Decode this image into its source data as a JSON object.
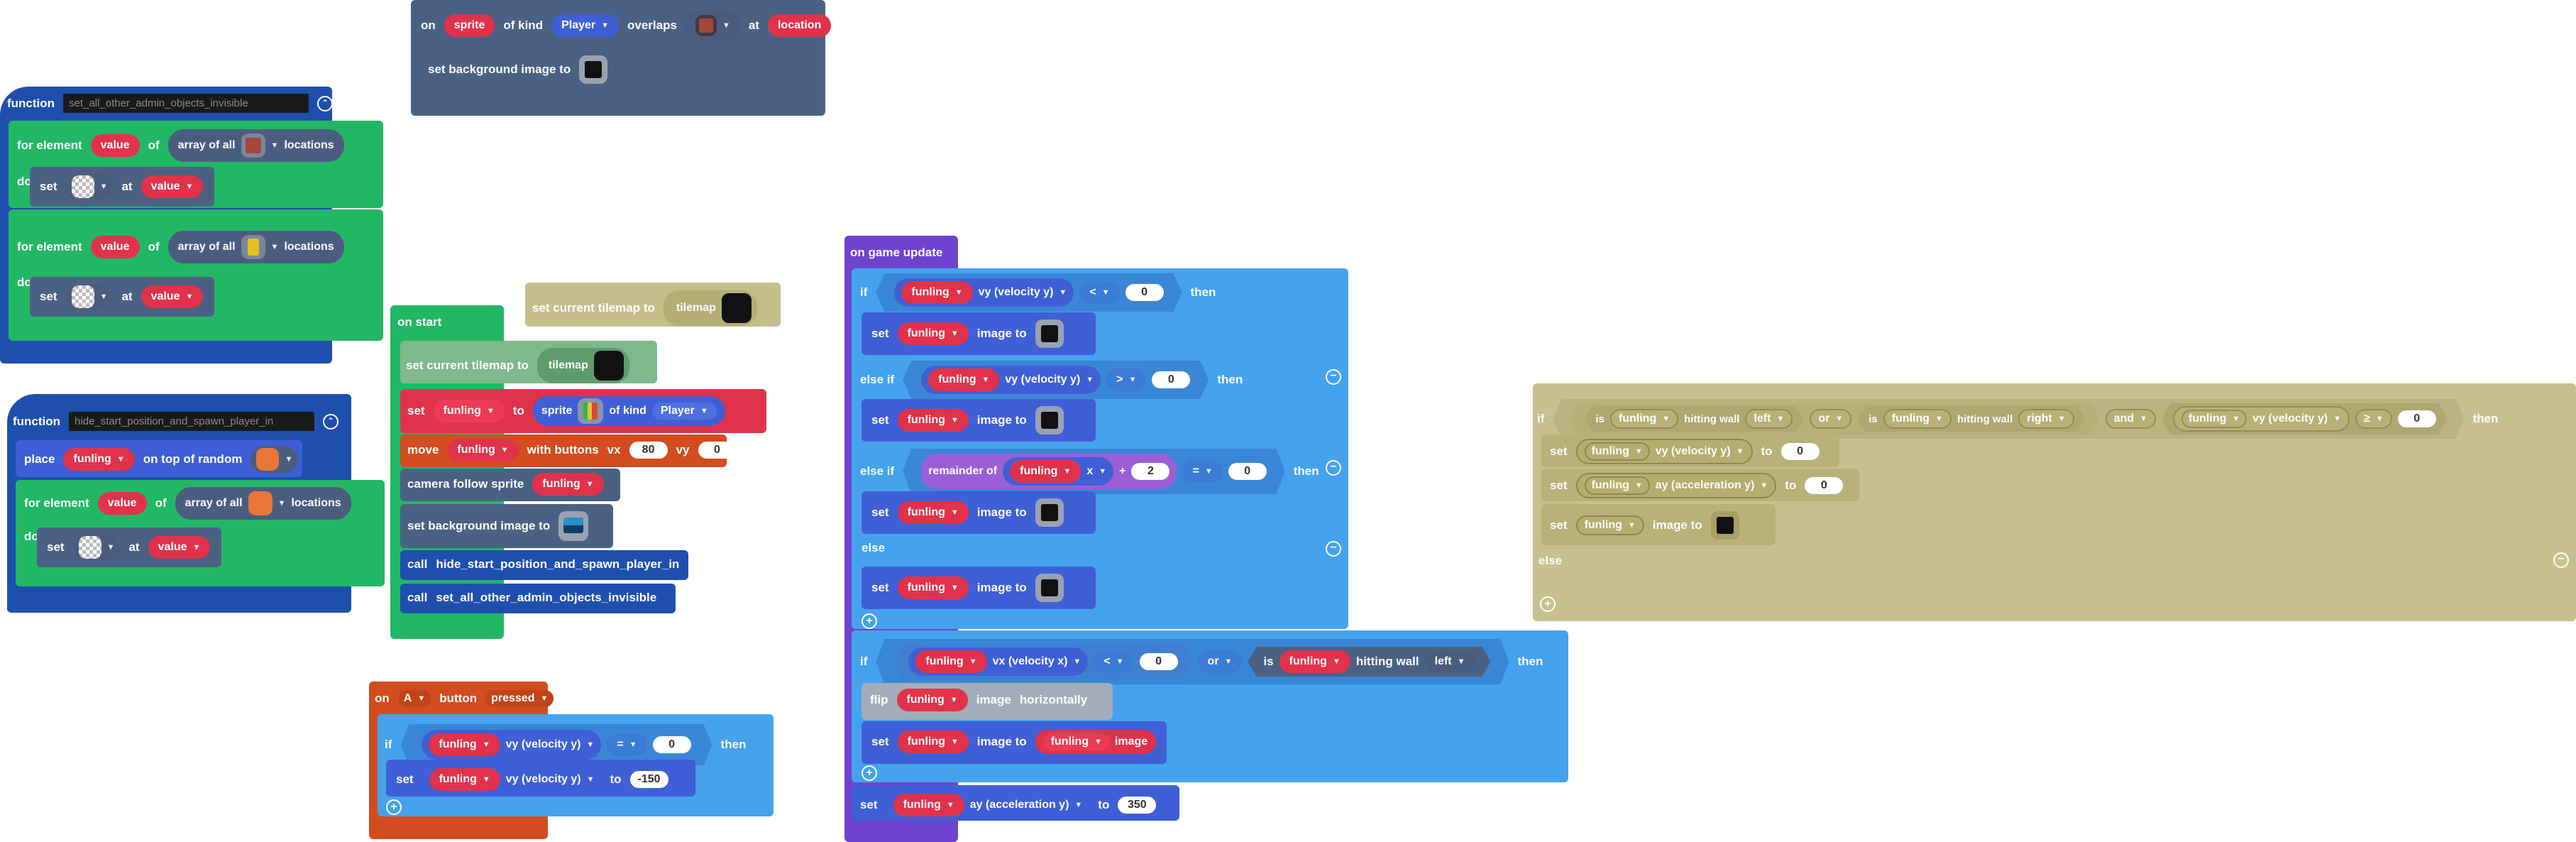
{
  "colors": {
    "events": "#4b6183",
    "function": "#1e4fae",
    "loops": "#22b765",
    "sprites": "#3f5fd6",
    "logic": "#45a3ee",
    "game": "#6f43ce",
    "scene": "#c4be8a",
    "controller": "#d24c20",
    "red": "#e0334b"
  },
  "overlap_block": {
    "on": "on",
    "sprite": "sprite",
    "of_kind": "of kind",
    "kind": "Player",
    "overlaps": "overlaps",
    "at": "at",
    "location": "location",
    "set_bg": "set background image to"
  },
  "func1": {
    "kw": "function",
    "name": "set_all_other_admin_objects_invisible",
    "for1": {
      "for_element": "for element",
      "var": "value",
      "of": "of",
      "array_of_all": "array of all",
      "locations": "locations"
    },
    "do": "do",
    "set": "set",
    "at": "at",
    "value": "value",
    "for2": {
      "for_element": "for element",
      "var": "value",
      "of": "of",
      "array_of_all": "array of all",
      "locations": "locations"
    }
  },
  "func2": {
    "kw": "function",
    "name": "hide_start_position_and_spawn_player_in",
    "place": "place",
    "sprite": "funling",
    "on_top": "on top of random",
    "for_element": "for element",
    "var": "value",
    "of": "of",
    "array_of_all": "array of all",
    "locations": "locations",
    "do": "do",
    "set": "set",
    "at": "at",
    "value": "value"
  },
  "floating_tilemap": {
    "label": "set current tilemap to",
    "tilemap": "tilemap"
  },
  "on_start": {
    "title": "on start",
    "set_tilemap": "set current tilemap to",
    "tilemap": "tilemap",
    "set": "set",
    "funling": "funling",
    "to": "to",
    "sprite": "sprite",
    "of_kind": "of kind",
    "kind": "Player",
    "move": "move",
    "with_buttons": "with buttons",
    "vx": "vx",
    "vx_val": "80",
    "vy": "vy",
    "vy_val": "0",
    "camera": "camera follow sprite",
    "set_bg": "set background image to",
    "call": "call",
    "call1": "hide_start_position_and_spawn_player_in",
    "call2": "set_all_other_admin_objects_invisible"
  },
  "on_a": {
    "on": "on",
    "button": "A",
    "button_lbl": "button",
    "event": "pressed",
    "if": "if",
    "funling": "funling",
    "prop": "vy (velocity y)",
    "op": "=",
    "val": "0",
    "then": "then",
    "set": "set",
    "to": "to",
    "set_val": "-150"
  },
  "game_update": {
    "title": "on game update",
    "if": "if",
    "else_if": "else if",
    "else": "else",
    "then": "then",
    "set": "set",
    "funling": "funling",
    "image_to": "image to",
    "vy": "vy (velocity y)",
    "vx": "vx (velocity x)",
    "ay": "ay (acceleration y)",
    "lt": "<",
    "gt": ">",
    "eq": "=",
    "zero": "0",
    "two": "2",
    "remainder_of": "remainder of",
    "x": "x",
    "plus": "+",
    "or": "or",
    "is": "is",
    "hitting_wall": "hitting wall",
    "left": "left",
    "flip": "flip",
    "image": "image",
    "horizontally": "horizontally",
    "image_to_funling": "image to",
    "ay_val": "350",
    "to": "to"
  },
  "disabled_if": {
    "if": "if",
    "is": "is",
    "funling": "funling",
    "hitting_wall": "hitting wall",
    "left": "left",
    "right": "right",
    "or": "or",
    "and": "and",
    "vy": "vy (velocity y)",
    "ge": "≥",
    "zero": "0",
    "then": "then",
    "set": "set",
    "to": "to",
    "ay": "ay (acceleration y)",
    "image_to": "image to",
    "else": "else"
  }
}
